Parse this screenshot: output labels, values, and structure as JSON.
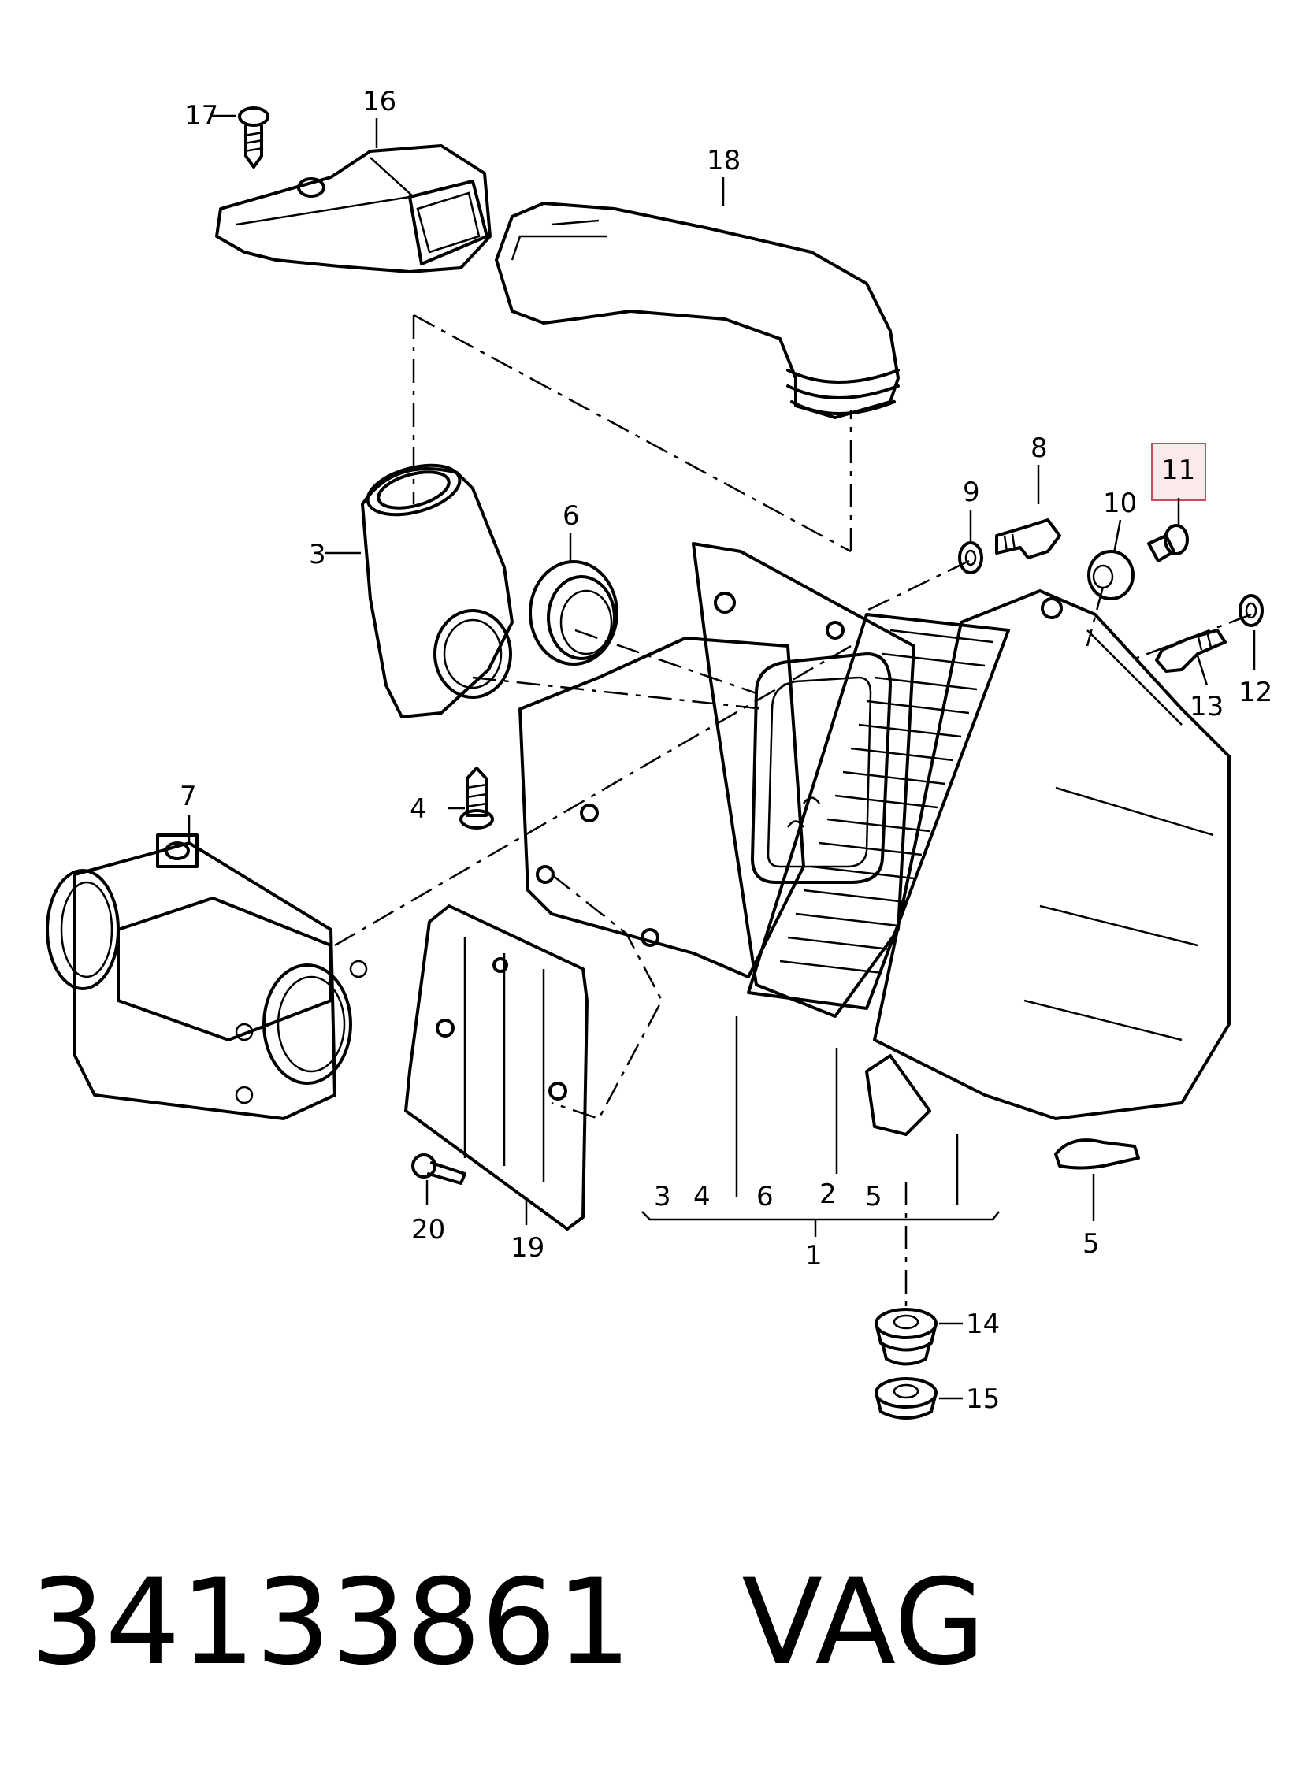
{
  "diagram": {
    "highlight_color": "#d0485a",
    "callouts": [
      "17",
      "16",
      "18",
      "3",
      "6",
      "9",
      "8",
      "10",
      "11",
      "12",
      "13",
      "4",
      "7",
      "20",
      "19",
      "3",
      "4",
      "6",
      "2",
      "5",
      "1",
      "5",
      "14",
      "15"
    ]
  },
  "footer": {
    "part_number": "34133861",
    "brand": "VAG"
  }
}
